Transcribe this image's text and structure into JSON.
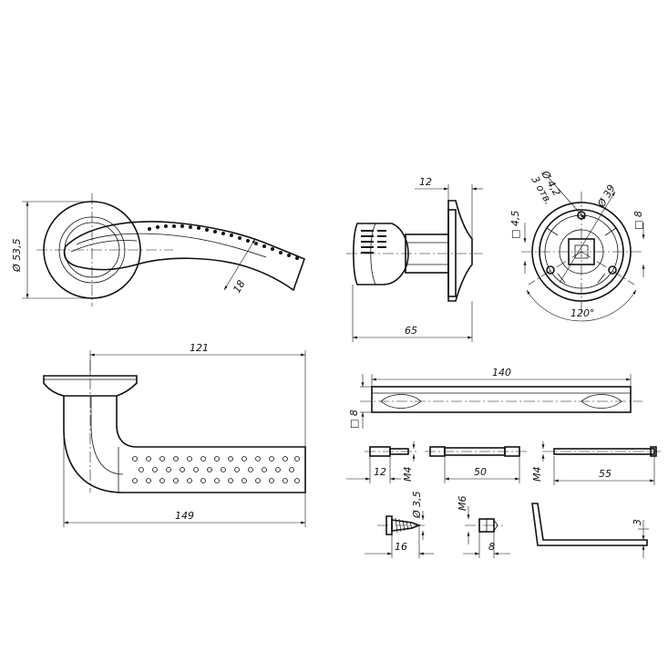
{
  "dims": {
    "rose_diameter": "Ø 53,5",
    "lever_width": "18",
    "side_rose_thickness": "12",
    "side_depth": "65",
    "hole_dia": "Ø 4,2",
    "hole_count": "3 отв.",
    "base_diameter": "Ø 39",
    "square_left": "□ 4,5",
    "square_right": "□ 8",
    "angle": "120°",
    "top_length": "121",
    "total_length": "149",
    "spindle_length": "140",
    "spindle_square": "□ 8",
    "bolt1_length": "12",
    "bolt1_thread": "M4",
    "bolt2_length": "50",
    "bolt3_thread": "M4",
    "bolt3_length": "55",
    "screw_dia": "Ø 3,5",
    "screw_length": "16",
    "grub_thread": "M6",
    "grub_length": "8",
    "key_size": "3"
  }
}
